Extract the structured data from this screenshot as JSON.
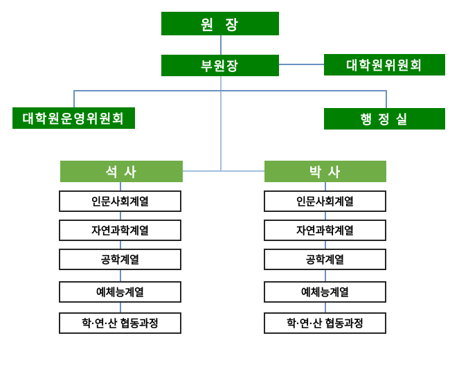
{
  "org_chart": {
    "director": "원  장",
    "vice_director": "부원장",
    "graduate_committee": "대학원위원회",
    "operations_committee": "대학원운영위원회",
    "admin_office": "행 정 실",
    "masters_header": "석 사",
    "doctoral_header": "박 사",
    "masters_tracks": [
      "인문사회계열",
      "자연과학계열",
      "공학계열",
      "예체능계열",
      "학·연·산 협동과정"
    ],
    "doctoral_tracks": [
      "인문사회계열",
      "자연과학계열",
      "공학계열",
      "예체능계열",
      "학·연·산 협동과정"
    ]
  },
  "colors": {
    "dark_green": "#008000",
    "light_green": "#70AD47",
    "connector_blue": "#6b8fbe",
    "connector_light_blue": "#a4bddc",
    "track_border": "#262626",
    "header_text": "#ffffff",
    "track_text": "#000000"
  }
}
